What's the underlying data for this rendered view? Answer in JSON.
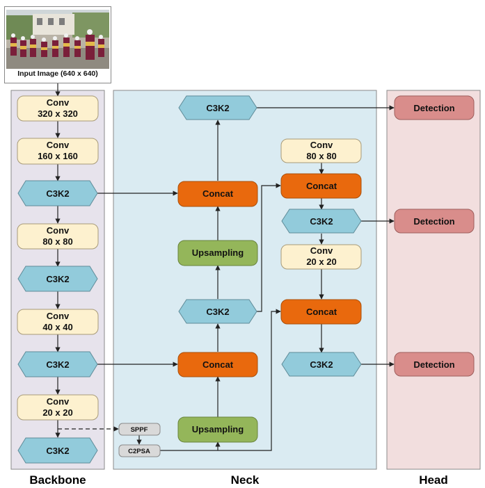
{
  "input": {
    "caption": "Input Image (640 x 640)"
  },
  "sections": {
    "backbone": "Backbone",
    "neck": "Neck",
    "head": "Head"
  },
  "nodes": {
    "bb_conv1": [
      "Conv",
      "320 x 320"
    ],
    "bb_conv2": [
      "Conv",
      "160 x 160"
    ],
    "bb_c3k2_1": [
      "C3K2"
    ],
    "bb_conv3": [
      "Conv",
      "80 x 80"
    ],
    "bb_c3k2_2": [
      "C3K2"
    ],
    "bb_conv4": [
      "Conv",
      "40 x 40"
    ],
    "bb_c3k2_3": [
      "C3K2"
    ],
    "bb_conv5": [
      "Conv",
      "20 x 20"
    ],
    "bb_c3k2_4": [
      "C3K2"
    ],
    "sppf": [
      "SPPF"
    ],
    "c2psa": [
      "C2PSA"
    ],
    "nk_c3k2_top": [
      "C3K2"
    ],
    "nk_concat1": [
      "Concat"
    ],
    "nk_upsampling1": [
      "Upsampling"
    ],
    "nk_c3k2_mid": [
      "C3K2"
    ],
    "nk_concat2": [
      "Concat"
    ],
    "nk_upsampling2": [
      "Upsampling"
    ],
    "nk_conv_a": [
      "Conv",
      "80 x 80"
    ],
    "nk_concat3": [
      "Concat"
    ],
    "nk_c3k2_r1": [
      "C3K2"
    ],
    "nk_conv_b": [
      "Conv",
      "20 x 20"
    ],
    "nk_concat4": [
      "Concat"
    ],
    "nk_c3k2_r2": [
      "C3K2"
    ],
    "det1": [
      "Detection"
    ],
    "det2": [
      "Detection"
    ],
    "det3": [
      "Detection"
    ]
  },
  "colors": {
    "conv": "#fdf1cf",
    "c3k2": "#92cbdb",
    "concat": "#e9690d",
    "upsampling": "#94b65a",
    "detection": "#d98d8b",
    "small": "#d9d9d9",
    "backbone_bg": "#e7e3ec",
    "neck_bg": "#daebf2",
    "head_bg": "#f2dede"
  }
}
